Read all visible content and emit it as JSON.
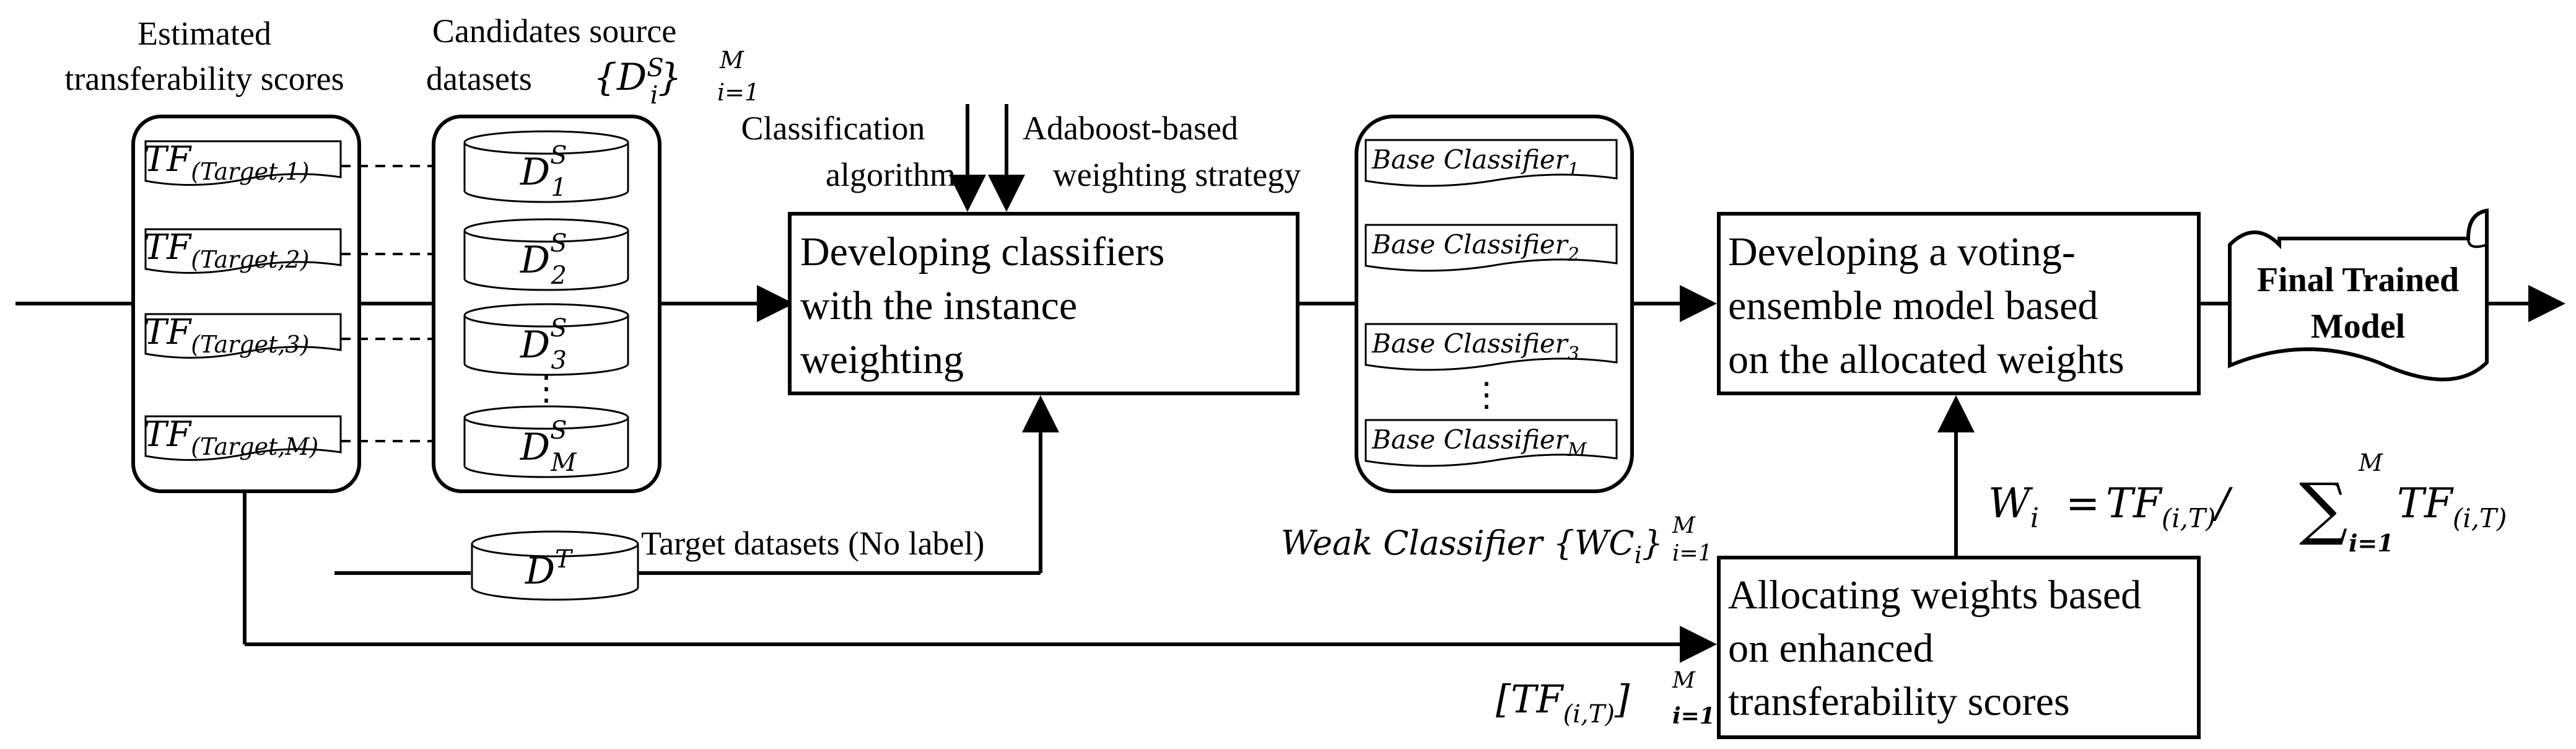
{
  "tf_column": {
    "label_line1": "Estimated",
    "label_line2": "transferability scores",
    "items": [
      {
        "base": "TF",
        "sub": "(Target,1)"
      },
      {
        "base": "TF",
        "sub": "(Target,2)"
      },
      {
        "base": "TF",
        "sub": "(Target,3)"
      },
      {
        "base": "TF",
        "sub": "(Target,M)"
      }
    ]
  },
  "source_column": {
    "label_line1": "Candidates source",
    "label_line2": "datasets",
    "set_notation": {
      "open": "{D",
      "sup": "S",
      "sub": "i",
      "close": "}",
      "range_top": "M",
      "range_bottom": "i=1"
    },
    "items": [
      {
        "base": "D",
        "sup": "S",
        "sub": "1"
      },
      {
        "base": "D",
        "sup": "S",
        "sub": "2"
      },
      {
        "base": "D",
        "sup": "S",
        "sub": "3"
      },
      {
        "base": "D",
        "sup": "S",
        "sub": "M"
      }
    ],
    "ellipsis": "⋮"
  },
  "inputs": {
    "algorithm_line1": "Classification",
    "algorithm_line2": "algorithm",
    "strategy_line1": "Adaboost-based",
    "strategy_line2": "weighting strategy"
  },
  "develop_classifiers": {
    "line1": "Developing classifiers",
    "line2": "with the instance",
    "line3": "weighting"
  },
  "target": {
    "db_base": "D",
    "db_sup": "T",
    "label": "Target datasets (No label)"
  },
  "weak_column": {
    "items": [
      {
        "text": "Base Classifier",
        "sub": "1"
      },
      {
        "text": "Base Classifier",
        "sub": "2"
      },
      {
        "text": "Base Classifier",
        "sub": "3"
      },
      {
        "text": "Base Classifier",
        "sub": "M"
      }
    ],
    "ellipsis": "⋮",
    "caption_text": "Weak Classifier {WC",
    "caption_sub": "i",
    "caption_close": "}",
    "caption_top": "M",
    "caption_bottom": "i=1"
  },
  "voting": {
    "line1": "Developing a voting-",
    "line2": "ensemble model based",
    "line3": "on the allocated weights"
  },
  "final_model": {
    "line1": "Final Trained",
    "line2": "Model"
  },
  "allocating": {
    "line1": "Allocating weights based",
    "line2": "on enhanced",
    "line3": "transferability scores"
  },
  "formula": {
    "lhs": "W",
    "lhs_sub": "i",
    "eq": "=",
    "tf": "TF",
    "tf_sub": "(i,T)",
    "slash": "/",
    "sigma": "∑",
    "sigma_top": "M",
    "sigma_bottom": "i=1",
    "tf2": "TF",
    "tf2_sub": "(i,T)"
  },
  "tf_vector": {
    "open": "[TF",
    "sub": "(i,T)",
    "close": "]",
    "top": "M",
    "bottom": "i=1"
  }
}
